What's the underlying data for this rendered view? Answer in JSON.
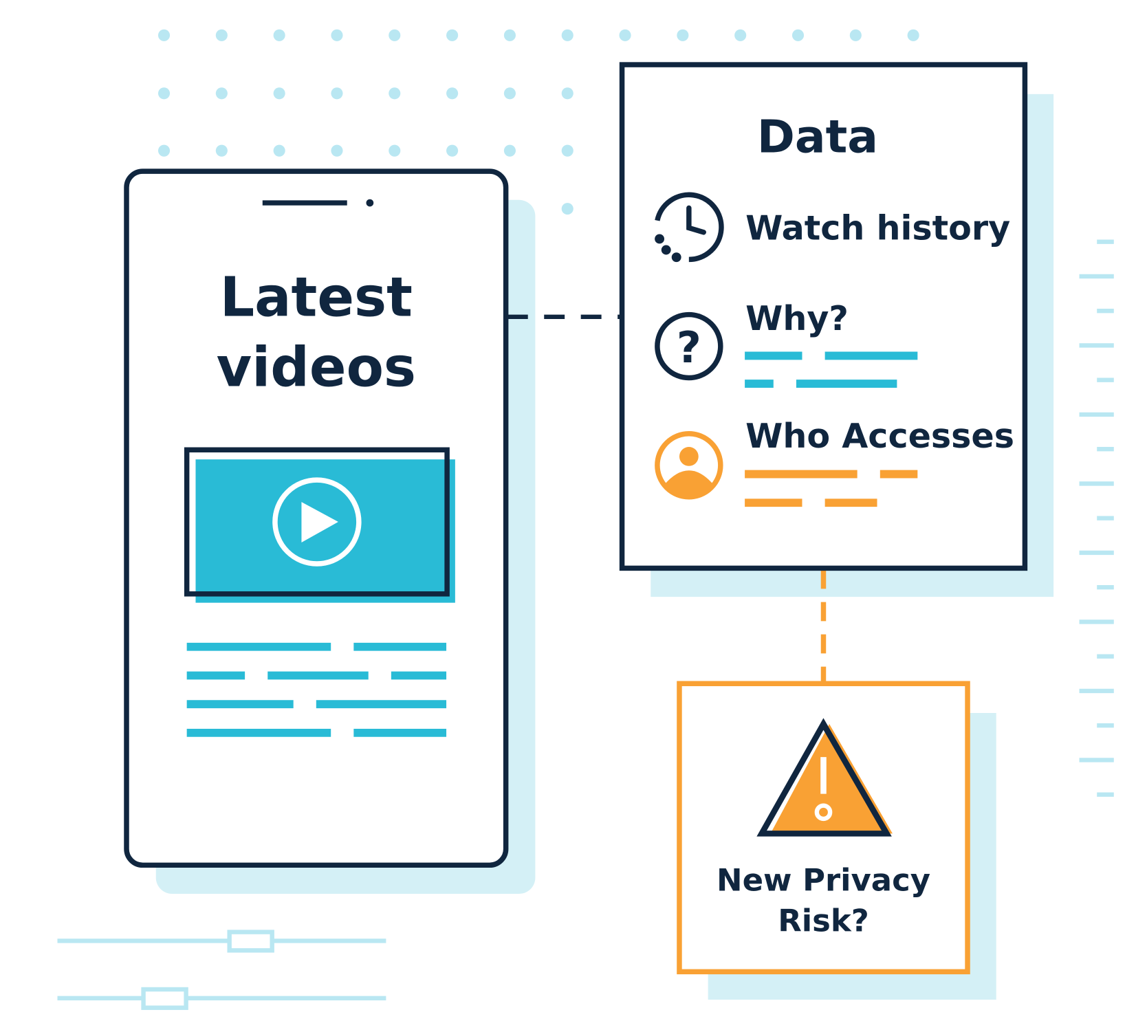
{
  "phone": {
    "title_line1": "Latest",
    "title_line2": "videos"
  },
  "data_card": {
    "title": "Data",
    "items": [
      {
        "icon": "clock-icon",
        "label": "Watch history"
      },
      {
        "icon": "question-icon",
        "label": "Why?"
      },
      {
        "icon": "user-icon",
        "label": "Who Accesses"
      }
    ]
  },
  "risk_card": {
    "icon": "warning-icon",
    "line1": "New Privacy",
    "line2": "Risk?"
  },
  "colors": {
    "navy": "#10263f",
    "cyan": "#29bbd6",
    "light_cyan": "#d4f0f6",
    "dot": "#b9e7f2",
    "orange": "#f9a134"
  }
}
